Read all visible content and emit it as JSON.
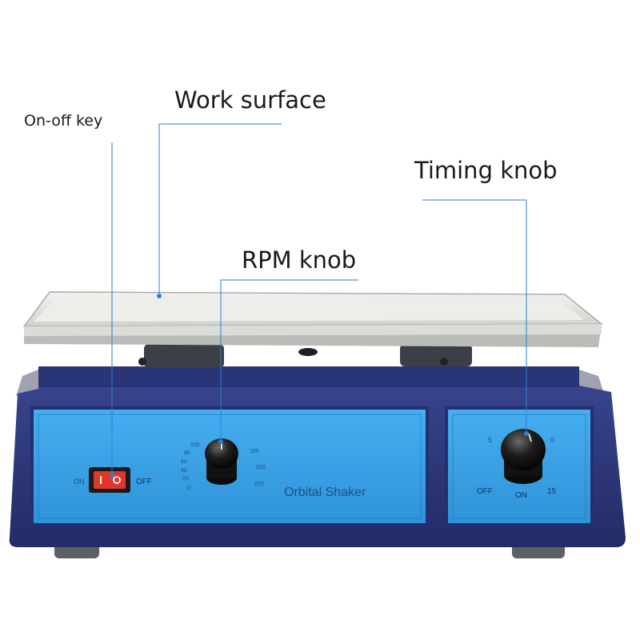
{
  "labels": {
    "on_off_key": "On-off key",
    "work_surface": "Work surface",
    "timing_knob": "Timing knob",
    "rpm_knob": "RPM knob"
  },
  "panel": {
    "product_name": "Orbital Shaker",
    "switch_on": "ON",
    "switch_off": "OFF",
    "rpm_scale": [
      "0",
      "20",
      "40",
      "60",
      "80",
      "100",
      "180",
      "200",
      "210"
    ],
    "timer_off": "OFF",
    "timer_on": "ON",
    "timer_15": "15",
    "timer_5": "5",
    "timer_0": "0"
  },
  "colors": {
    "leader_line": "#2f7fd0",
    "body_navy": "#2c3778",
    "panel_blue": "#3aa2e4",
    "tray": "#e3e5e1",
    "switch_red": "#e2362b"
  }
}
